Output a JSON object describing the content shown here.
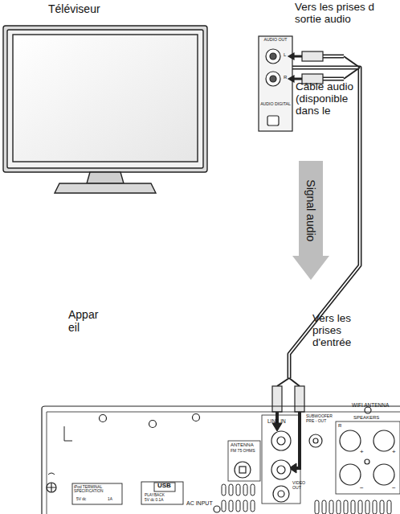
{
  "diagram": {
    "nodes": [
      {
        "text": [
          "Téléviseur"
        ]
      },
      {
        "text": [
          "AUDIO OUT",
          "L",
          "R",
          "AUDIO DIGITAL"
        ]
      },
      {
        "text": [
          "Appar eil"
        ]
      }
    ],
    "edges": [
      {
        "from": 1,
        "to": 2,
        "arrow": "none",
        "label": "Signal audio"
      }
    ],
    "labels": [
      "Vers les prises d sortie audio",
      "Câble audio (disponible dans le",
      "Vers les prises d'entrée",
      "LINE IN",
      "SUBWOOFER PRE - OUT",
      "WIFI ANTENNA",
      "SPEAKERS",
      "R",
      "+",
      "+",
      "−",
      "−",
      "ANTENNA",
      "FM 75 OHMS",
      "VIDEO OUT",
      "AC INPUT",
      "iPod TERMINAL SPECIFICATION",
      "5V dc",
      "1A",
      "USB",
      "PLAYBACK",
      "5V dc 0.1A"
    ]
  }
}
